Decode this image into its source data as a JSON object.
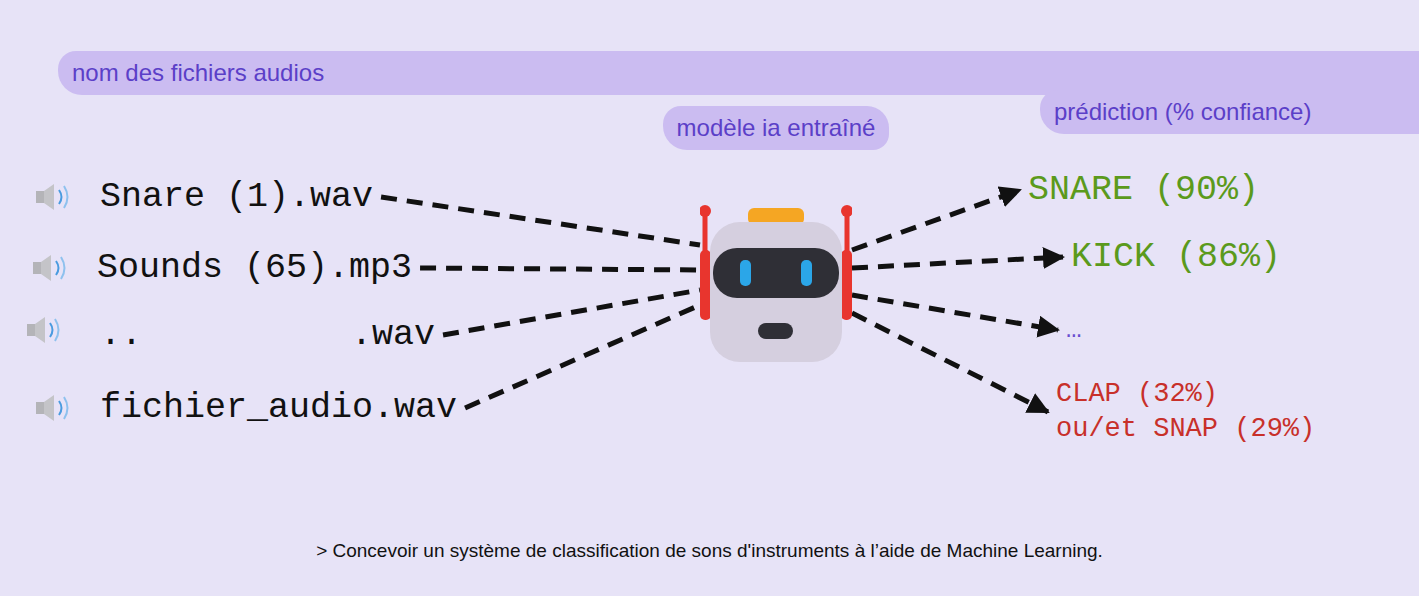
{
  "diagram": {
    "caption": "> Concevoir un système de classification de sons d'instruments à l’aide de Machine Learning.",
    "nodes": [
      {
        "text": [
          "nom des fichiers audios"
        ]
      },
      {
        "text": [
          "prédiction (% confiance)"
        ]
      },
      {
        "text": [
          "modèle ia entraîné"
        ]
      },
      {
        "text": [
          "Snare (1).wav"
        ]
      },
      {
        "text": [
          "Sounds (65).mp3"
        ]
      },
      {
        "text": [
          "..",
          ".wav"
        ]
      },
      {
        "text": [
          "fichier_audio.wav"
        ]
      },
      {
        "text": [
          "SNARE (90%)"
        ]
      },
      {
        "text": [
          "KICK (86%)"
        ]
      },
      {
        "text": [
          "…"
        ]
      },
      {
        "text": [
          "CLAP (32%)",
          "ou/et SNAP (29%)"
        ]
      }
    ],
    "edges": [
      {
        "from": 3,
        "to": 2,
        "arrow": "none"
      },
      {
        "from": 4,
        "to": 2,
        "arrow": "none"
      },
      {
        "from": 5,
        "to": 2,
        "arrow": "none"
      },
      {
        "from": 6,
        "to": 2,
        "arrow": "none"
      },
      {
        "from": 2,
        "to": 7,
        "arrow": "to"
      },
      {
        "from": 2,
        "to": 8,
        "arrow": "to"
      },
      {
        "from": 2,
        "to": 9,
        "arrow": "to"
      },
      {
        "from": 2,
        "to": 10,
        "arrow": "to"
      }
    ]
  }
}
